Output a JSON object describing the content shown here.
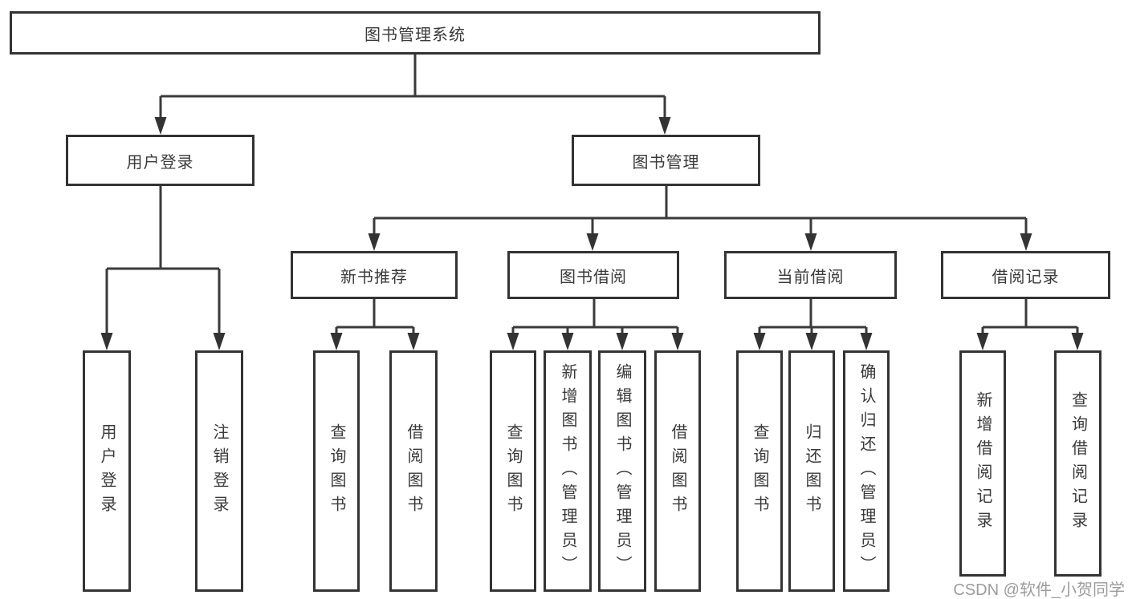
{
  "tree": {
    "label": "图书管理系统",
    "children": [
      {
        "label": "用户登录",
        "children": [
          {
            "label": "用户登录"
          },
          {
            "label": "注销登录"
          }
        ]
      },
      {
        "label": "图书管理",
        "children": [
          {
            "label": "新书推荐",
            "children": [
              {
                "label": "查询图书"
              },
              {
                "label": "借阅图书"
              }
            ]
          },
          {
            "label": "图书借阅",
            "children": [
              {
                "label": "查询图书"
              },
              {
                "label": "新增图书（管理员）"
              },
              {
                "label": "编辑图书（管理员）"
              },
              {
                "label": "借阅图书"
              }
            ]
          },
          {
            "label": "当前借阅",
            "children": [
              {
                "label": "查询图书"
              },
              {
                "label": "归还图书"
              },
              {
                "label": "确认归还（管理员）"
              }
            ]
          },
          {
            "label": "借阅记录",
            "children": [
              {
                "label": "新增借阅记录"
              },
              {
                "label": "查询借阅记录"
              }
            ]
          }
        ]
      }
    ]
  },
  "watermark": "CSDN @软件_小贺同学",
  "colors": {
    "line": "#3a3a3a",
    "border": "#333333",
    "text": "#3a3a3a",
    "watermark_text": "#9c9c9c",
    "background": "#ffffff"
  }
}
